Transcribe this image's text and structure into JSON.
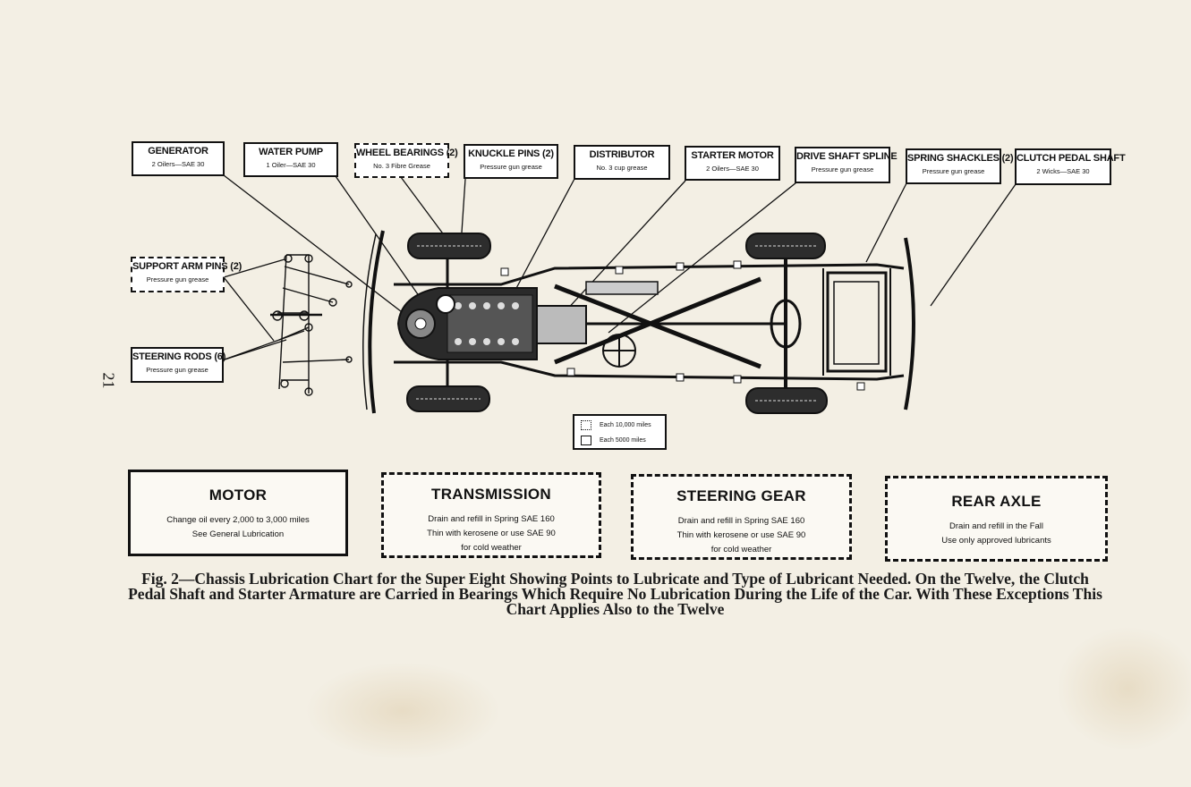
{
  "labels": {
    "generator": {
      "title": "GENERATOR",
      "sub": "2 Oilers—SAE 30"
    },
    "water_pump": {
      "title": "WATER PUMP",
      "sub": "1 Oiler—SAE 30"
    },
    "wheel_bearings": {
      "title": "WHEEL BEARINGS (2)",
      "sub": "No. 3 Fibre Grease"
    },
    "knuckle_pins": {
      "title": "KNUCKLE PINS (2)",
      "sub": "Pressure gun grease"
    },
    "distributor": {
      "title": "DISTRIBUTOR",
      "sub": "No. 3 cup grease"
    },
    "starter_motor": {
      "title": "STARTER MOTOR",
      "sub": "2 Oilers—SAE 30"
    },
    "drive_shaft_spline": {
      "title": "DRIVE SHAFT SPLINE",
      "sub": "Pressure gun grease"
    },
    "spring_shackles": {
      "title": "SPRING SHACKLES (2)",
      "sub": "Pressure gun grease"
    },
    "clutch_pedal_shaft": {
      "title": "CLUTCH PEDAL SHAFT",
      "sub": "2 Wicks—SAE 30"
    },
    "support_arm_pins": {
      "title": "SUPPORT ARM PINS (2)",
      "sub": "Pressure gun grease"
    },
    "steering_rods": {
      "title": "STEERING RODS (6)",
      "sub": "Pressure gun grease"
    }
  },
  "legend": {
    "dotted": "Each 10,000 miles",
    "solid": "Each 5000 miles"
  },
  "boxes": {
    "motor": {
      "title": "MOTOR",
      "lines": [
        "Change oil every 2,000 to 3,000 miles",
        "See General Lubrication"
      ]
    },
    "transmission": {
      "title": "TRANSMISSION",
      "lines": [
        "Drain and refill in Spring SAE 160",
        "Thin with kerosene or use SAE 90",
        "for cold weather"
      ]
    },
    "steering_gear": {
      "title": "STEERING GEAR",
      "lines": [
        "Drain and refill in Spring SAE 160",
        "Thin with kerosene or use SAE 90",
        "for cold weather"
      ]
    },
    "rear_axle": {
      "title": "REAR AXLE",
      "lines": [
        "Drain and refill in the Fall",
        "Use only approved lubricants"
      ]
    }
  },
  "caption": "Fig. 2—Chassis Lubrication Chart for the Super Eight Showing Points to Lubricate and Type of Lubricant Needed. On the Twelve, the Clutch Pedal Shaft and Starter Armature are Carried in Bearings Which Require No Lubrication During the Life of the Car. With These Exceptions This Chart Applies Also to the Twelve",
  "page_number": "21"
}
